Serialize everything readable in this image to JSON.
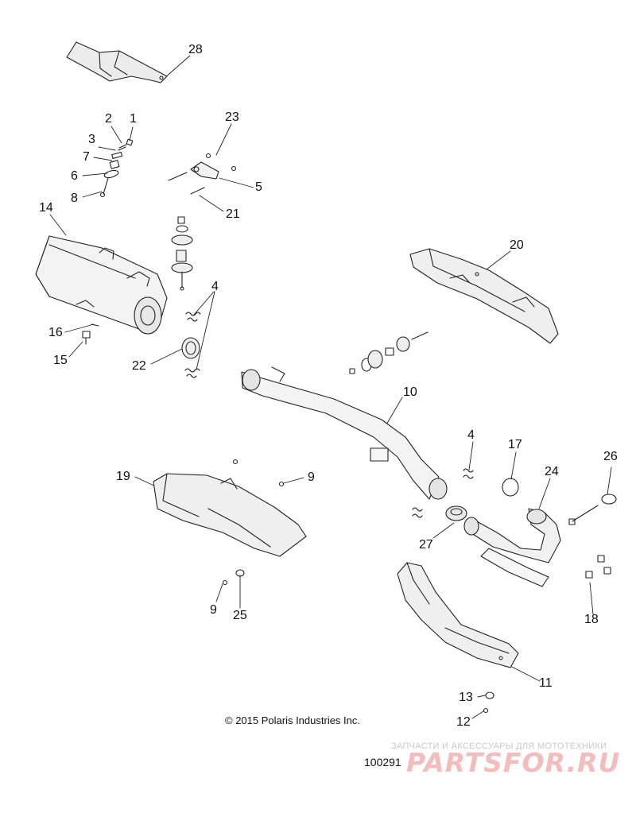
{
  "callouts": {
    "p1": "1",
    "p2": "2",
    "p3": "3",
    "p4a": "4",
    "p4b": "4",
    "p5": "5",
    "p6": "6",
    "p7": "7",
    "p8": "8",
    "p9a": "9",
    "p9b": "9",
    "p10": "10",
    "p11": "11",
    "p12": "12",
    "p13": "13",
    "p14": "14",
    "p15": "15",
    "p16": "16",
    "p17": "17",
    "p18": "18",
    "p19": "19",
    "p20": "20",
    "p21": "21",
    "p22": "22",
    "p23": "23",
    "p24": "24",
    "p25": "25",
    "p26": "26",
    "p27": "27",
    "p28": "28"
  },
  "copyright": "© 2015 Polaris Industries Inc.",
  "diagram_id": "100291",
  "watermark": {
    "tagline": "ЗАПЧАСТИ И АКСЕССУАРЫ ДЛЯ МОТОТЕХНИКИ",
    "logo": "PARTSFOR.RU"
  },
  "colors": {
    "line": "#222222",
    "shade": "#d9d9d9",
    "watermark_red": "#f3bdbd"
  }
}
